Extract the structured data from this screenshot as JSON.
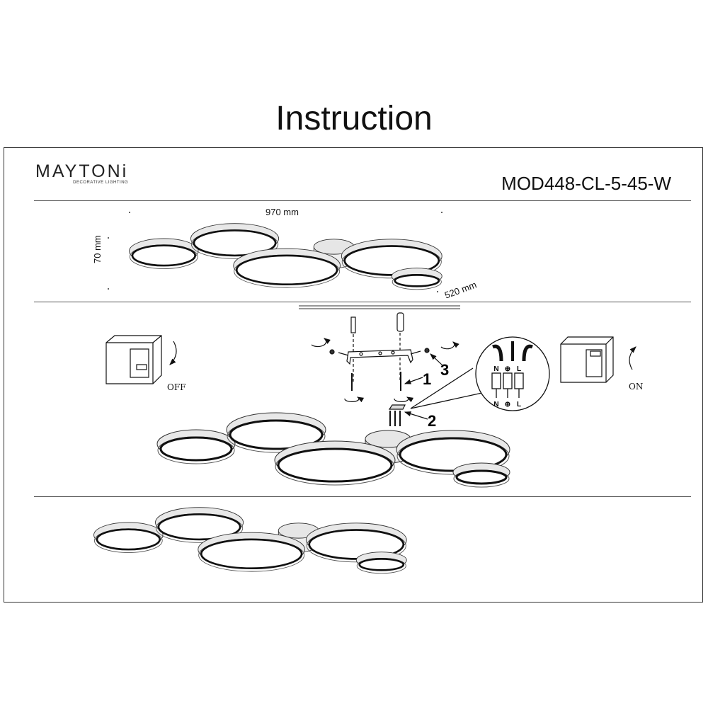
{
  "title": "Instruction",
  "logo": {
    "brand": "MAYTONi",
    "tagline": "DECORATIVE LIGHTING"
  },
  "model": "MOD448-CL-5-45-W",
  "dimensions": {
    "width": "970 mm",
    "height": "70 mm",
    "depth": "520 mm"
  },
  "steps": {
    "step1": "1",
    "step2": "2",
    "step3": "3"
  },
  "switches": {
    "off": "OFF",
    "on": "ON"
  },
  "terminal": {
    "top": [
      "N",
      "⊕",
      "L"
    ],
    "bottom": [
      "N",
      "⊕",
      "L"
    ]
  }
}
